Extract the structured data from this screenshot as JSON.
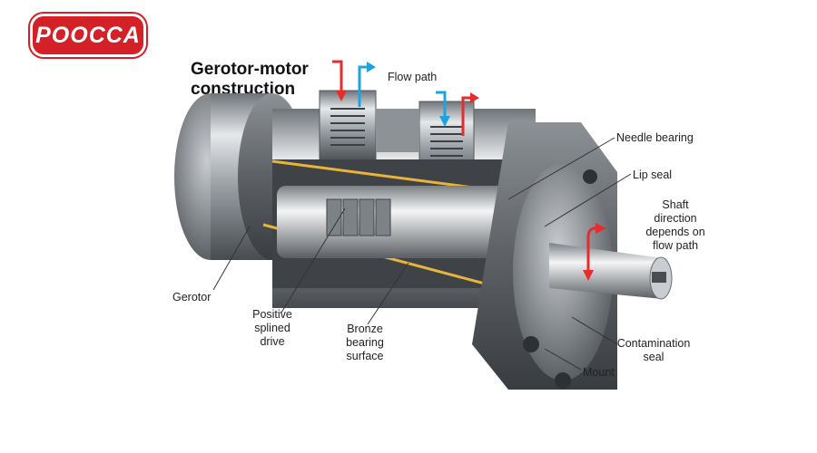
{
  "logo": {
    "text": "POOCCA",
    "color": "#d42027"
  },
  "title": {
    "line1": "Gerotor-motor",
    "line2": "construction"
  },
  "labels": {
    "flow_path": "Flow path",
    "needle_bearing": "Needle bearing",
    "lip_seal": "Lip seal",
    "shaft_direction": [
      "Shaft",
      "direction",
      "depends on",
      "flow path"
    ],
    "gerotor": "Gerotor",
    "positive_splined_drive": [
      "Positive",
      "splined",
      "drive"
    ],
    "bronze_bearing_surface": [
      "Bronze",
      "bearing",
      "surface"
    ],
    "contamination_seal": [
      "Contamination",
      "seal"
    ],
    "mount": "Mount"
  },
  "colors": {
    "inlet_arrow": "#e52d2d",
    "outlet_arrow": "#1fa3e0",
    "bronze": "#e8b43a"
  }
}
